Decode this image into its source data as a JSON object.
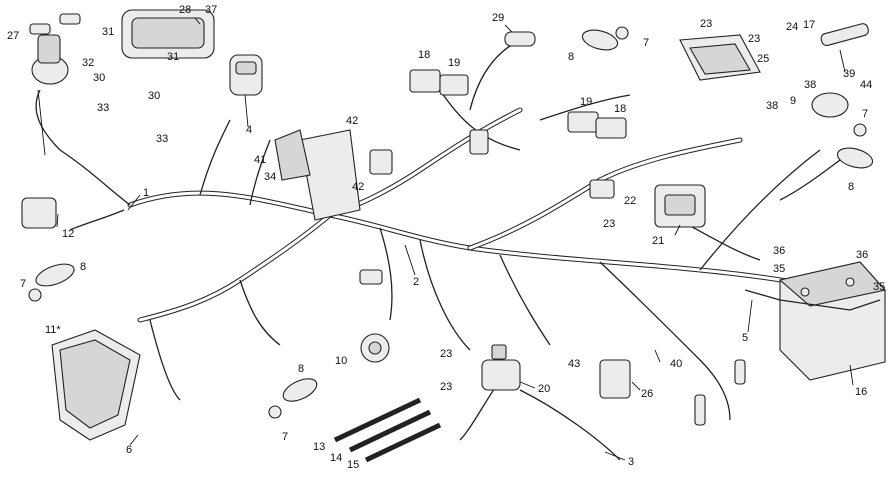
{
  "diagram": {
    "callouts": [
      {
        "id": "c1",
        "text": "1"
      },
      {
        "id": "c2",
        "text": "2"
      },
      {
        "id": "c3",
        "text": "3"
      },
      {
        "id": "c4",
        "text": "4"
      },
      {
        "id": "c5",
        "text": "5"
      },
      {
        "id": "c6",
        "text": "6"
      },
      {
        "id": "c7a",
        "text": "7"
      },
      {
        "id": "c7b",
        "text": "7"
      },
      {
        "id": "c7c",
        "text": "7"
      },
      {
        "id": "c7d",
        "text": "7"
      },
      {
        "id": "c8a",
        "text": "8"
      },
      {
        "id": "c8b",
        "text": "8"
      },
      {
        "id": "c8c",
        "text": "8"
      },
      {
        "id": "c8d",
        "text": "8"
      },
      {
        "id": "c9",
        "text": "9"
      },
      {
        "id": "c10",
        "text": "10"
      },
      {
        "id": "c11",
        "text": "11*"
      },
      {
        "id": "c12",
        "text": "12"
      },
      {
        "id": "c13",
        "text": "13"
      },
      {
        "id": "c14",
        "text": "14"
      },
      {
        "id": "c15",
        "text": "15"
      },
      {
        "id": "c16",
        "text": "16"
      },
      {
        "id": "c17",
        "text": "17"
      },
      {
        "id": "c18a",
        "text": "18"
      },
      {
        "id": "c18b",
        "text": "18"
      },
      {
        "id": "c19a",
        "text": "19"
      },
      {
        "id": "c19b",
        "text": "19"
      },
      {
        "id": "c20",
        "text": "20"
      },
      {
        "id": "c21",
        "text": "21"
      },
      {
        "id": "c22",
        "text": "22"
      },
      {
        "id": "c23a",
        "text": "23"
      },
      {
        "id": "c23b",
        "text": "23"
      },
      {
        "id": "c23c",
        "text": "23"
      },
      {
        "id": "c23d",
        "text": "23"
      },
      {
        "id": "c23e",
        "text": "23"
      },
      {
        "id": "c24",
        "text": "24"
      },
      {
        "id": "c25",
        "text": "25"
      },
      {
        "id": "c26",
        "text": "26"
      },
      {
        "id": "c27",
        "text": "27"
      },
      {
        "id": "c28",
        "text": "28"
      },
      {
        "id": "c29",
        "text": "29"
      },
      {
        "id": "c30a",
        "text": "30"
      },
      {
        "id": "c30b",
        "text": "30"
      },
      {
        "id": "c31a",
        "text": "31"
      },
      {
        "id": "c31b",
        "text": "31"
      },
      {
        "id": "c32",
        "text": "32"
      },
      {
        "id": "c33a",
        "text": "33"
      },
      {
        "id": "c33b",
        "text": "33"
      },
      {
        "id": "c34",
        "text": "34"
      },
      {
        "id": "c35a",
        "text": "35"
      },
      {
        "id": "c35b",
        "text": "35"
      },
      {
        "id": "c36a",
        "text": "36"
      },
      {
        "id": "c36b",
        "text": "36"
      },
      {
        "id": "c37",
        "text": "37"
      },
      {
        "id": "c38a",
        "text": "38"
      },
      {
        "id": "c38b",
        "text": "38"
      },
      {
        "id": "c39",
        "text": "39"
      },
      {
        "id": "c40",
        "text": "40"
      },
      {
        "id": "c41",
        "text": "41"
      },
      {
        "id": "c42a",
        "text": "42"
      },
      {
        "id": "c42b",
        "text": "42"
      },
      {
        "id": "c43",
        "text": "43"
      },
      {
        "id": "c44",
        "text": "44"
      }
    ]
  }
}
